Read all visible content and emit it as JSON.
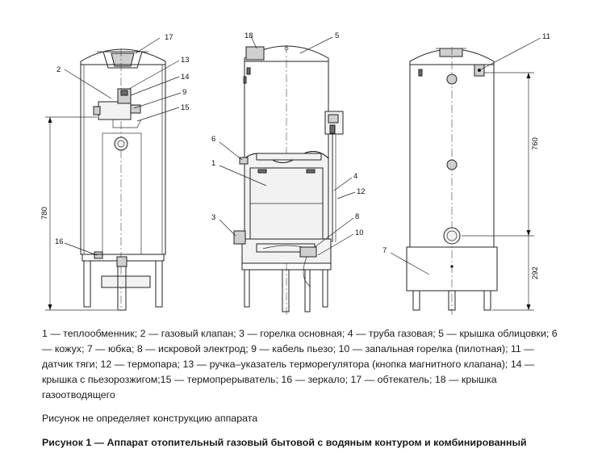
{
  "figure": {
    "callouts": [
      "1",
      "2",
      "3",
      "4",
      "5",
      "6",
      "7",
      "8",
      "9",
      "10",
      "11",
      "12",
      "13",
      "14",
      "15",
      "16",
      "17",
      "18"
    ],
    "dimensions": [
      "780",
      "760",
      "292"
    ]
  },
  "legend_text": "1 — теплообменник; 2 — газовый клапан; 3 — горелка основная; 4 — труба газовая; 5 — крышка облицовки; 6 — кожух; 7 — юбка; 8 — искровой электрод; 9 — кабель пьезо; 10 — запальная горелка (пилотная); 11 — датчик тяги; 12 — термопара; 13 — ручка–указатель терморегулятора (кнопка магнитного клапана); 14 — крышка с пьезорозжигом;15 — термопрерыватель; 16 — зеркало; 17 — обтекатель; 18 — крышка газоотводящего",
  "note": "Рисунок не определяет конструкцию аппарата",
  "caption": "Рисунок 1 — Аппарат отопительный газовый бытовой с водяным контуром и комбинированный"
}
